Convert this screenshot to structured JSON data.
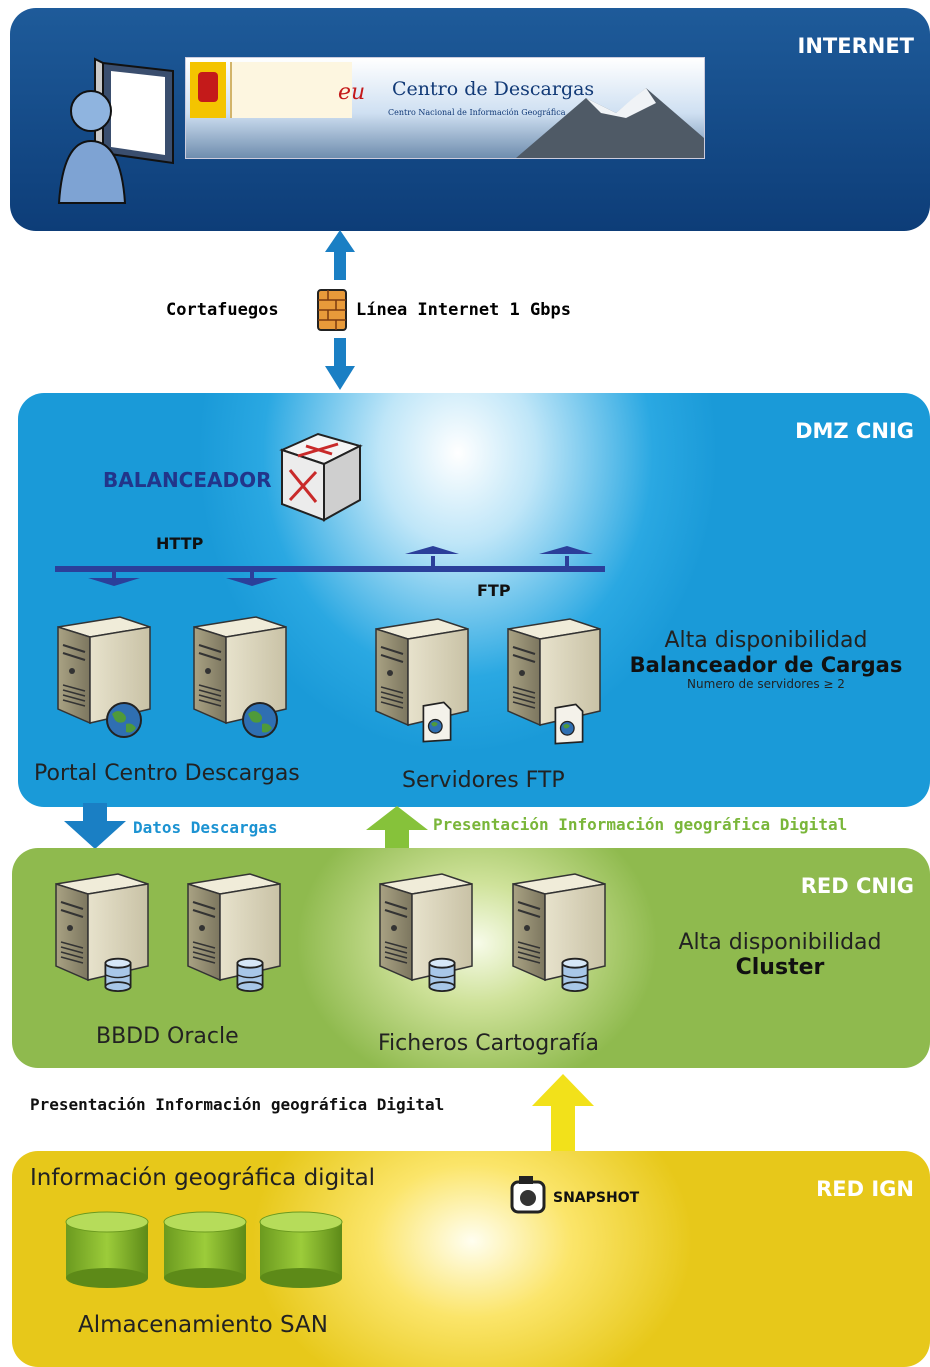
{
  "zones": {
    "internet": "INTERNET",
    "dmz": "DMZ CNIG",
    "red_cnig": "RED CNIG",
    "red_ign": "RED IGN"
  },
  "banner": {
    "title": "Centro de Descargas",
    "subtitle": "Centro Nacional de Información Geográfica"
  },
  "firewall": {
    "left": "Cortafuegos",
    "right": "Línea Internet 1 Gbps"
  },
  "dmz": {
    "balancer": "BALANCEADOR",
    "http": "HTTP",
    "ftp": "FTP",
    "portal_label": "Portal Centro Descargas",
    "ftp_label": "Servidores FTP",
    "ha_title": "Alta disponibilidad",
    "ha_bold": "Balanceador de Cargas",
    "ha_note": "Numero de servidores ≥ 2"
  },
  "flows": {
    "datos": "Datos Descargas",
    "presentacion_1": "Presentación Información geográfica Digital",
    "presentacion_2": "Presentación Información geográfica Digital"
  },
  "red_cnig": {
    "bbdd": "BBDD Oracle",
    "ficheros": "Ficheros Cartografía",
    "ha_title": "Alta disponibilidad",
    "ha_bold": "Cluster"
  },
  "red_ign": {
    "info": "Información geográfica digital",
    "snapshot": "SNAPSHOT",
    "san": "Almacenamiento SAN"
  },
  "colors": {
    "internet": "#0d3d78",
    "dmz": "#2aa8e2",
    "red_cnig": "#8fba4e",
    "red_ign": "#e7c81a",
    "arrow_blue": "#1a7fc4",
    "arrow_green": "#86c23a",
    "arrow_yellow": "#f2e11a",
    "bus": "#2b3f9a"
  }
}
